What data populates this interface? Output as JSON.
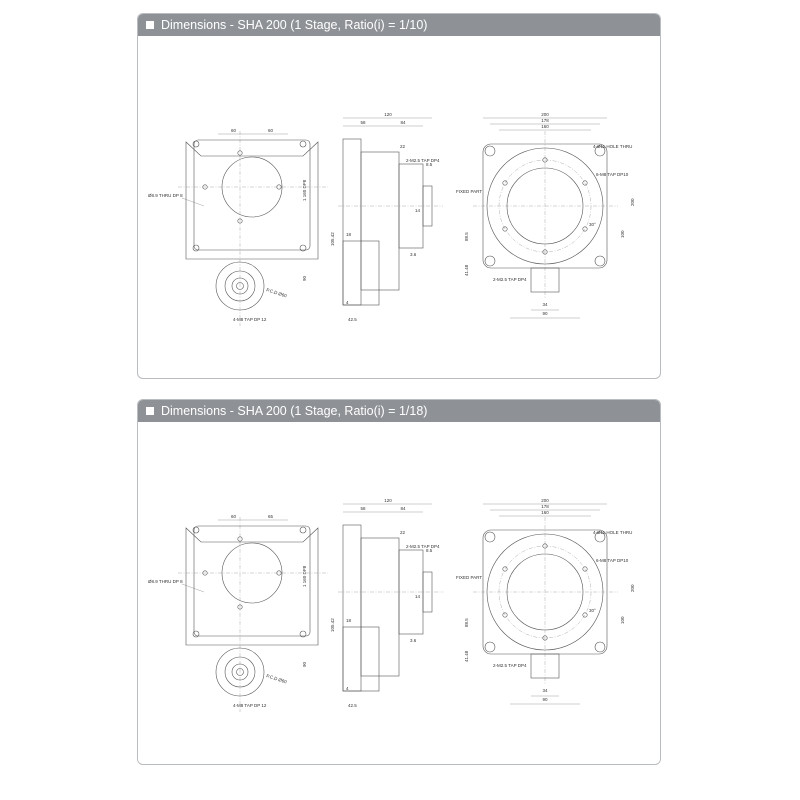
{
  "panels": [
    {
      "title": "Dimensions  -  SHA 200 (1 Stage, Ratio(i) = 1/10)",
      "front": {
        "dim_a": "60",
        "dim_b": "60",
        "hole_note": "Ø8.9 THRU DP 8",
        "tap_note": "4-M8 TAP DP 12",
        "pcd_note": "P.C.D Ø60",
        "dim_side": "1 160 DP8",
        "dim_h": "90"
      },
      "side": {
        "dim_top": "120",
        "dim_58": "58",
        "dim_84": "84",
        "dim_22": "22",
        "dim_8": "8.5",
        "tap": "2-M2.5 TAP DP4",
        "dim_14": "14",
        "dim_18": "18",
        "dim_4": "4",
        "dim_36": "3.6",
        "dim_425": "42.5",
        "dim_10542": "105.42"
      },
      "end": {
        "dim_200": "200",
        "dim_178": "178",
        "dim_160": "160",
        "hole": "4-Ø11 HOLE THRU",
        "tap": "6-M8 TAP DP10",
        "fixed": "FIXED PART",
        "tap2": "2-M2.5 TAP DP4",
        "dim_34": "34",
        "dim_90": "90",
        "dim_885": "88.5",
        "dim_4148": "41.48",
        "dim_200v": "200",
        "dim_100": "100",
        "dim_30": "30°"
      }
    },
    {
      "title": "Dimensions  -  SHA 200 (1 Stage, Ratio(i) = 1/18)",
      "front": {
        "dim_a": "60",
        "dim_b": "65",
        "hole_note": "Ø8.9 THRU DP 8",
        "tap_note": "4-M8 TAP DP 12",
        "pcd_note": "P.C.D Ø60",
        "dim_side": "1 160 DP8",
        "dim_h": "90"
      },
      "side": {
        "dim_top": "120",
        "dim_58": "58",
        "dim_84": "84",
        "dim_22": "22",
        "dim_8": "8.5",
        "tap": "2-M2.5 TAP DP4",
        "dim_14": "14",
        "dim_18": "18",
        "dim_4": "4",
        "dim_36": "3.6",
        "dim_425": "42.5",
        "dim_10542": "105.42"
      },
      "end": {
        "dim_200": "200",
        "dim_178": "178",
        "dim_160": "160",
        "hole": "4-Ø11 HOLE THRU",
        "tap": "6-M8 TAP DP10",
        "fixed": "FIXED PART",
        "tap2": "2-M2.5 TAP DP4",
        "dim_34": "34",
        "dim_90": "90",
        "dim_885": "88.5",
        "dim_4148": "41.48",
        "dim_200v": "200",
        "dim_100": "100",
        "dim_30": "30°"
      }
    }
  ]
}
